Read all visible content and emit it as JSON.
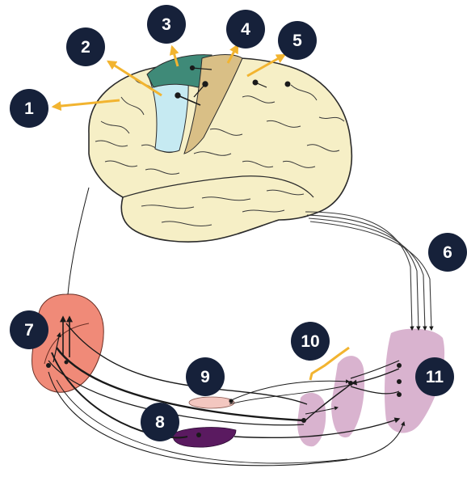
{
  "labels": {
    "l1": "1",
    "l2": "2",
    "l3": "3",
    "l4": "4",
    "l5": "5",
    "l6": "6",
    "l7": "7",
    "l8": "8",
    "l9": "9",
    "l10": "10",
    "l11": "11"
  },
  "colors": {
    "brain": "#f6efc6",
    "brain_outline": "#2b2b2b",
    "region_blue": "#c6eaf2",
    "region_teal": "#3f8a78",
    "region_tan": "#d9bf86",
    "cerebellum": "#f08a78",
    "small_nucleus": "#f3c7c0",
    "dark_nucleus": "#5a1a60",
    "lilac": "#d9b3cf",
    "badge": "#16213a",
    "arrow": "#f2b430",
    "bracket": "#f2b430"
  }
}
